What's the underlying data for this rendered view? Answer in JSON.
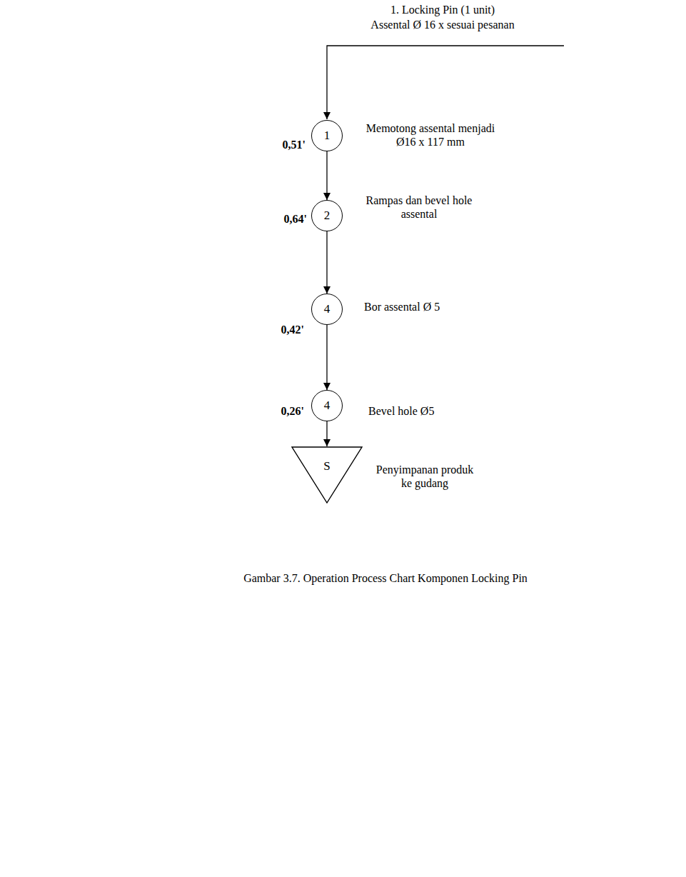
{
  "diagram": {
    "caption": "Gambar 3.7. Operation Process Chart Komponen Locking Pin",
    "nodes": [
      {
        "text": [
          "1"
        ]
      },
      {
        "text": [
          "2"
        ]
      },
      {
        "text": [
          "4"
        ]
      },
      {
        "text": [
          "4"
        ]
      },
      {
        "text": [
          "S"
        ]
      }
    ],
    "edges": [
      {
        "from": 0,
        "to": 1,
        "arrow": "to"
      },
      {
        "from": 1,
        "to": 2,
        "arrow": "to"
      },
      {
        "from": 2,
        "to": 3,
        "arrow": "to"
      },
      {
        "from": 3,
        "to": 4,
        "arrow": "to"
      }
    ],
    "labels": [
      "1. Locking Pin (1 unit)",
      "Assental Ø 16 x sesuai pesanan",
      "0,51'",
      "Memotong assental menjadi Ø16 x 117 mm",
      "0,64'",
      "Rampas dan bevel hole assental",
      "0,42'",
      "Bor assental Ø 5",
      "0,26'",
      "Bevel hole Ø5",
      "Penyimpanan produk ke gudang"
    ]
  }
}
